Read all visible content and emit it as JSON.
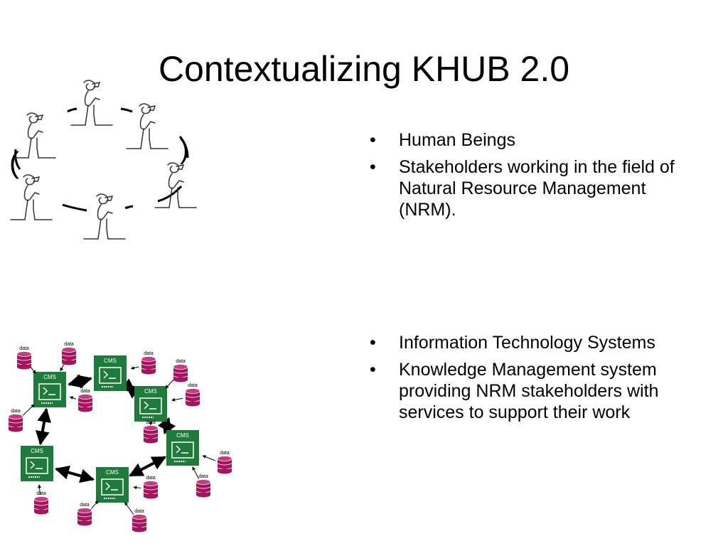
{
  "slide": {
    "title": "Contextualizing KHUB 2.0"
  },
  "section_human": {
    "bullets": [
      "Human Beings",
      "Stakeholders working in the field of Natural Resource Management (NRM)."
    ]
  },
  "section_it": {
    "bullets": [
      "Information Technology Systems",
      "Knowledge Management system providing NRM stakeholders with services to support their work"
    ]
  },
  "network_diagram": {
    "node_label": "CMS",
    "db_label": "data"
  },
  "colors": {
    "cms_green": "#1e7b3c",
    "db_magenta": "#a3155c",
    "text": "#000000"
  }
}
